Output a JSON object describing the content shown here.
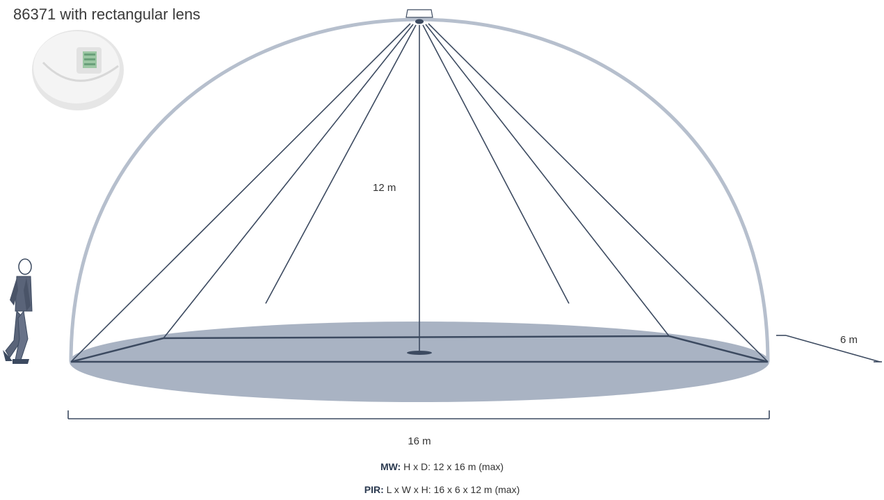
{
  "title": "86371 with rectangular lens",
  "labels": {
    "height": "12 m",
    "width": "16 m",
    "depth": "6 m"
  },
  "specs": [
    {
      "label": "MW:",
      "text": "H x D: 12 x 16 m (max)"
    },
    {
      "label": "PIR:",
      "text": "L x W x H: 16 x 6 x 12 m (max)"
    }
  ],
  "colors": {
    "dome": "#b6bfcd",
    "floor": "#a9b3c3",
    "beam": "#3c4a60",
    "text": "#333333"
  }
}
